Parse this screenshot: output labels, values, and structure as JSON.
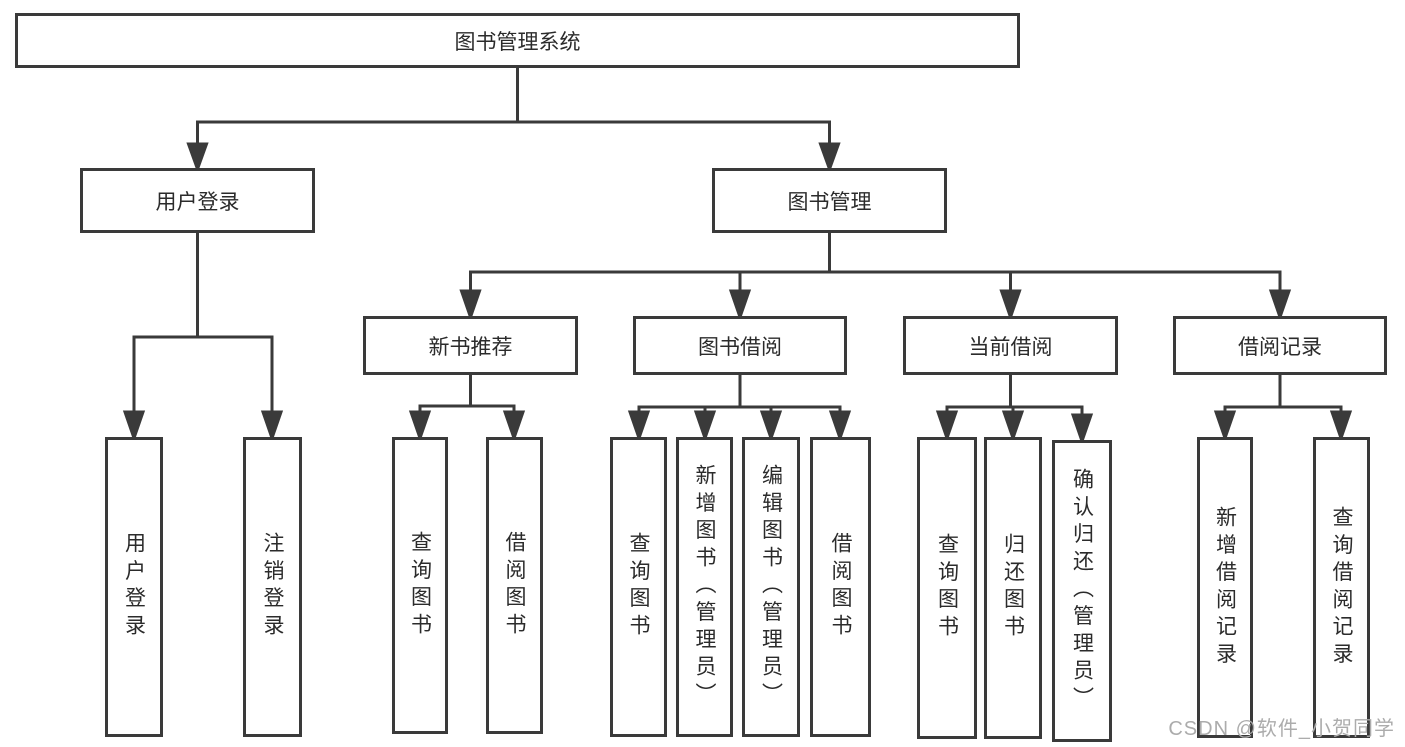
{
  "tree": {
    "root": {
      "label": "图书管理系统"
    },
    "children": [
      {
        "label": "用户登录",
        "children": [
          {
            "label": "用户登录"
          },
          {
            "label": "注销登录"
          }
        ]
      },
      {
        "label": "图书管理",
        "children": [
          {
            "label": "新书推荐",
            "children": [
              {
                "label": "查询图书"
              },
              {
                "label": "借阅图书"
              }
            ]
          },
          {
            "label": "图书借阅",
            "children": [
              {
                "label": "查询图书"
              },
              {
                "label": "新增图书（管理员）"
              },
              {
                "label": "编辑图书（管理员）"
              },
              {
                "label": "借阅图书"
              }
            ]
          },
          {
            "label": "当前借阅",
            "children": [
              {
                "label": "查询图书"
              },
              {
                "label": "归还图书"
              },
              {
                "label": "确认归还（管理员）"
              }
            ]
          },
          {
            "label": "借阅记录",
            "children": [
              {
                "label": "新增借阅记录"
              },
              {
                "label": "查询借阅记录"
              }
            ]
          }
        ]
      }
    ]
  },
  "watermark": {
    "text": "CSDN @软件_小贺同学"
  },
  "colors": {
    "line": "#3a3a3a",
    "text": "#2b2b2b",
    "watermark": "#acacac",
    "background": "#ffffff"
  }
}
